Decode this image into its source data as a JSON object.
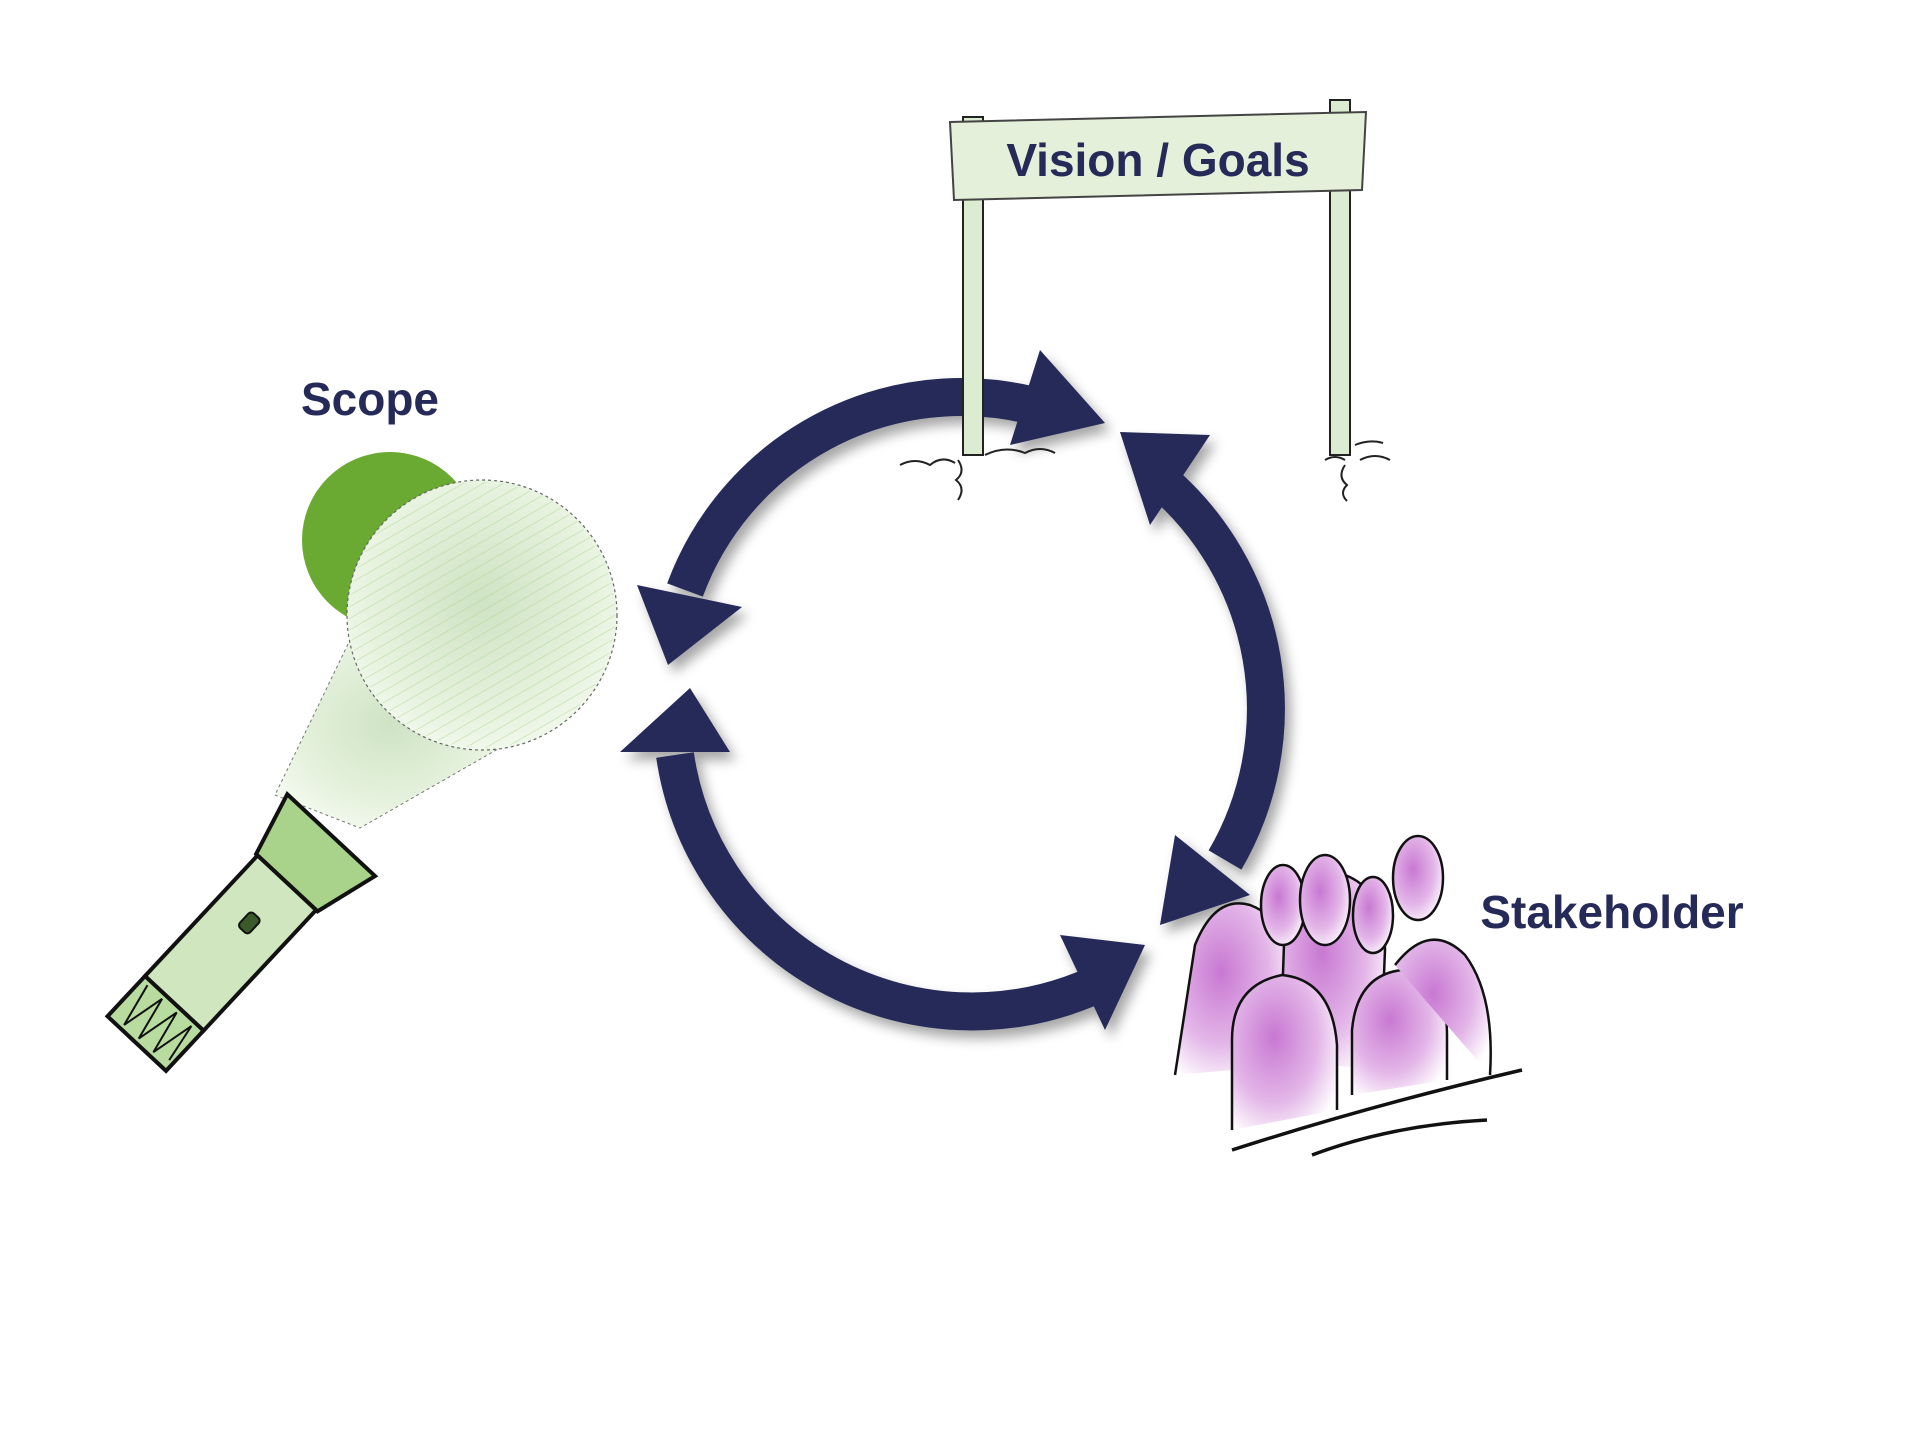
{
  "labels": {
    "vision": "Vision / Goals",
    "scope": "Scope",
    "stakeholder": "Stakeholder"
  },
  "colors": {
    "arrow": "#262a58",
    "label": "#262a58",
    "green": "#6aaa32",
    "light_green": "#c9e3b0",
    "purple": "#c580cf",
    "outline": "#111111"
  },
  "icons": [
    "signpost-icon",
    "flashlight-icon",
    "people-group-icon",
    "cycle-arrows-icon"
  ]
}
